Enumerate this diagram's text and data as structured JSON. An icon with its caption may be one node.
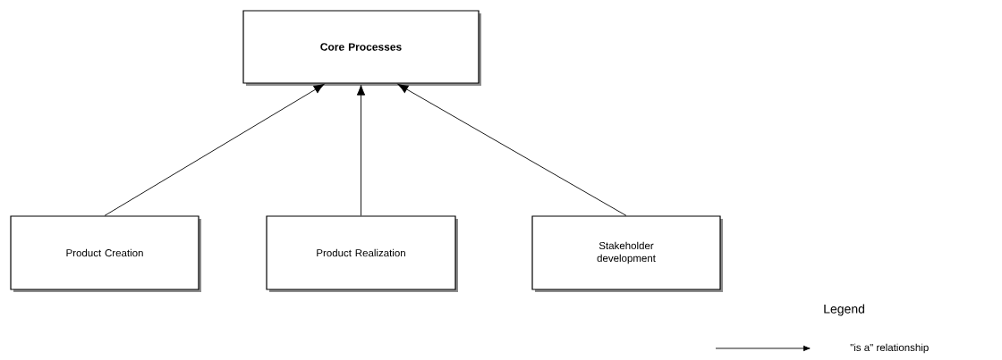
{
  "diagram": {
    "nodes": [
      {
        "text": [
          "Core Processes"
        ]
      },
      {
        "text": [
          "Product Creation"
        ]
      },
      {
        "text": [
          "Product Realization"
        ]
      },
      {
        "text": [
          "Stakeholder development"
        ]
      }
    ],
    "edges": [
      {
        "from": 1,
        "to": 0,
        "arrow": "to"
      },
      {
        "from": 2,
        "to": 0,
        "arrow": "to"
      },
      {
        "from": 3,
        "to": 0,
        "arrow": "to"
      }
    ],
    "labels": [
      "Legend"
    ],
    "legend": [
      {
        "text": "\"is a\" relationship"
      }
    ]
  }
}
